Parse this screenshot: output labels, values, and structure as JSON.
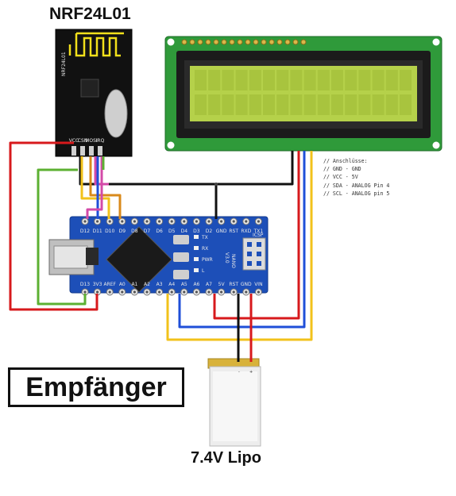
{
  "labels": {
    "radio_module_title": "NRF24L01",
    "radio_module_text": "NRF24L01",
    "battery_title": "7.4V Lipo",
    "receiver_label": "Empfänger"
  },
  "notes": [
    "// Anschlüsse:",
    "// GND - GND",
    "// VCC - 5V",
    "// SDA - ANALOG Pin 4",
    "// SCL - ANALOG pin 5"
  ],
  "nrf_pins": [
    "VCC",
    "CSN",
    "MOSI",
    "IRQ"
  ],
  "nano_top_pins": [
    "D12",
    "D11",
    "D10",
    "D9",
    "D8",
    "D7",
    "D6",
    "D5",
    "D4",
    "D3",
    "D2",
    "GND",
    "RST",
    "RXD",
    "TX1"
  ],
  "nano_bottom_pins": [
    "D13",
    "3V3",
    "AREF",
    "A0",
    "A1",
    "A2",
    "A3",
    "A4",
    "A5",
    "A6",
    "A7",
    "5V",
    "RST",
    "GND",
    "VIN"
  ],
  "nano_leds": [
    "TX",
    "RX",
    "PWR",
    "L"
  ],
  "nano_brand": "NANO",
  "nano_version": "V3.0",
  "nano_icsp": "ICSP",
  "battery_polarity": [
    "-",
    "+"
  ],
  "colors": {
    "wire_red": "#d7191c",
    "wire_black": "#111111",
    "wire_blue": "#1f4fd8",
    "wire_yellow": "#f2c21b",
    "wire_green": "#5cb032",
    "wire_orange": "#d98a1b",
    "wire_pink": "#d34aa8",
    "pcb_blue": "#1d4fb8",
    "lcd_green_pcb": "#2f9a3a",
    "lcd_screen": "#b5d14a"
  }
}
